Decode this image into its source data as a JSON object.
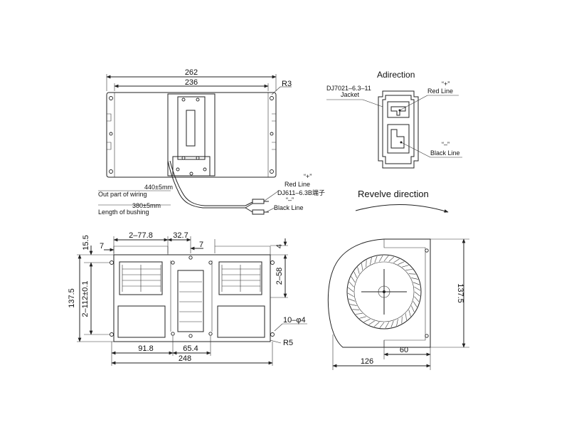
{
  "top_view": {
    "dim_overall": "262",
    "dim_inner": "236",
    "radius": "R3",
    "wire_length_text": "440±5mm",
    "wire_length_label": "Out part of wiring",
    "bushing_length_text": "380±5mm",
    "bushing_length_label": "Length of bushing",
    "plus_sign": "“+”",
    "red_line": "Red Line",
    "terminal": "DJ611–6.3B端子",
    "minus_sign": "“–”",
    "black_line": "Black Line"
  },
  "connector_view": {
    "title": "Adirection",
    "jacket_part": "DJ7021–6.3–11",
    "jacket_label": "Jacket",
    "plus_sign": "“+”",
    "red_line": "Red Line",
    "minus_sign": "“–”",
    "black_line": "Black Line"
  },
  "rotation": {
    "label": "Revelve direction"
  },
  "front_view": {
    "dim_2x77_8": "2–77.8",
    "dim_32_7": "32.7",
    "dim_15_5": "15.5",
    "dim_7a": "7",
    "dim_7b": "7",
    "dim_4": "4",
    "dim_2x58": "2–58",
    "dim_137_5": "137.5",
    "dim_2x112": "2–112±0.1",
    "holes": "10–φ4",
    "radius": "R5",
    "dim_91_8": "91.8",
    "dim_65_4": "65.4",
    "dim_248": "248"
  },
  "side_view": {
    "dim_137_5": "137.5",
    "dim_60": "60",
    "dim_126": "126"
  }
}
